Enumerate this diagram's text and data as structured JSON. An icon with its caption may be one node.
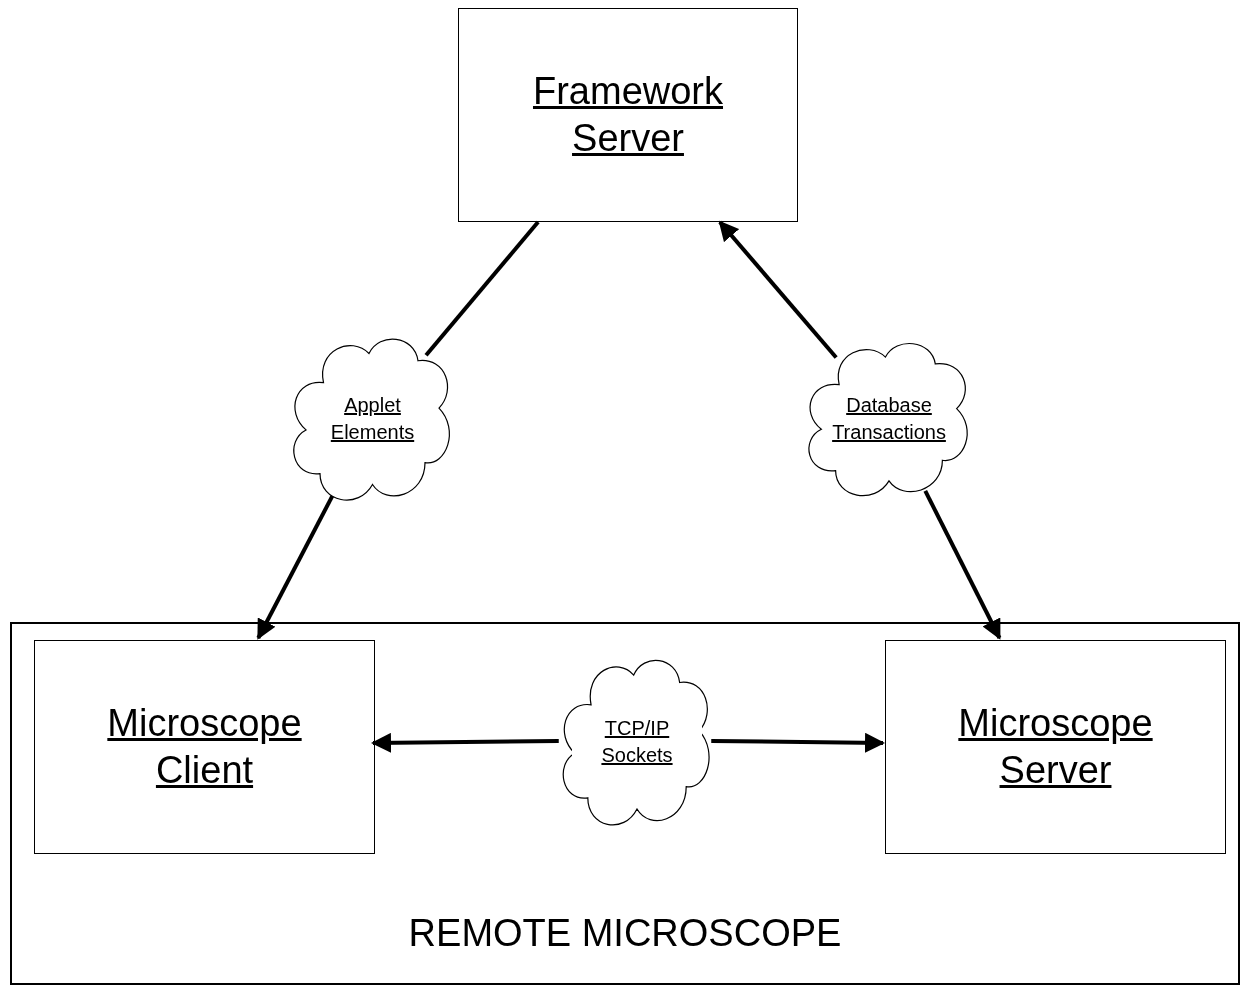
{
  "diagram": {
    "nodes": [
      {
        "text": [
          "Framework Server"
        ]
      },
      {
        "text": [
          "REMOTE MICROSCOPE"
        ]
      },
      {
        "text": [
          "Microscope Client"
        ],
        "in": 1
      },
      {
        "text": [
          "Microscope Server"
        ],
        "in": 1
      },
      {
        "text": [
          "Applet Elements"
        ]
      },
      {
        "text": [
          "Database Transactions"
        ]
      },
      {
        "text": [
          "TCP/IP Sockets"
        ],
        "in": 1
      }
    ],
    "edges": [
      {
        "from": 0,
        "to": 4,
        "arrow": "none"
      },
      {
        "from": 4,
        "to": 2,
        "arrow": "to"
      },
      {
        "from": 5,
        "to": 0,
        "arrow": "to"
      },
      {
        "from": 5,
        "to": 3,
        "arrow": "to"
      },
      {
        "from": 6,
        "to": 2,
        "arrow": "to"
      },
      {
        "from": 6,
        "to": 3,
        "arrow": "to"
      }
    ]
  }
}
